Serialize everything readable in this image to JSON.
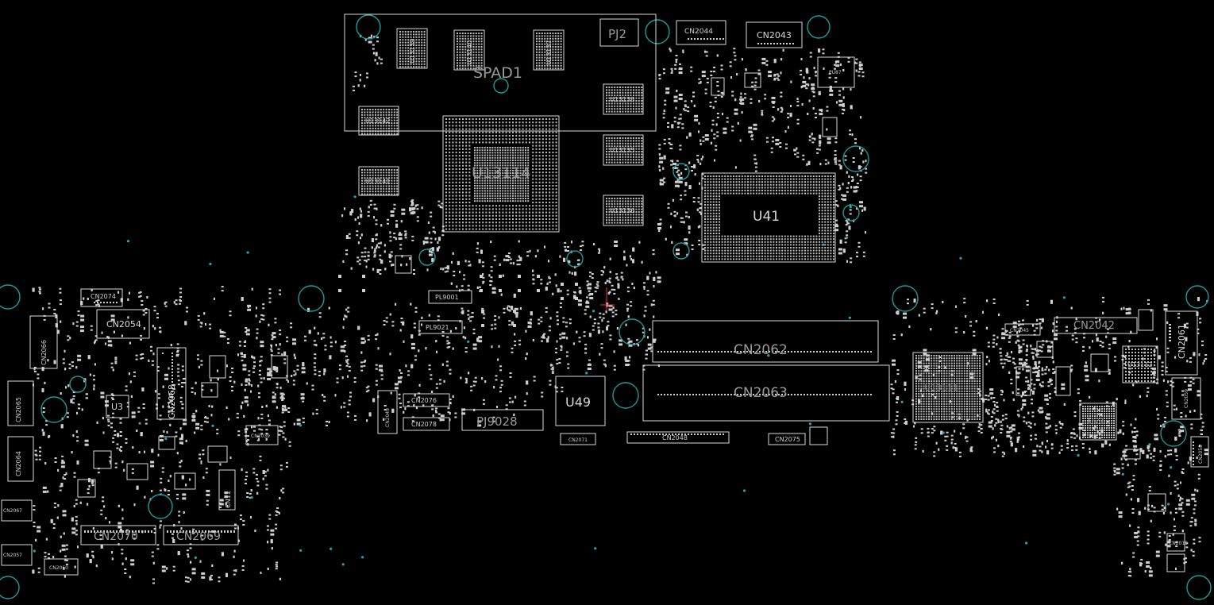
{
  "colors": {
    "background": "#000000",
    "outline": "#d8d8d8",
    "hole": "#1f9a9a",
    "pad": "#cfcfcf",
    "marker": "#ff3030"
  },
  "components": {
    "spad1": "SPAD1",
    "pj2": "PJ2",
    "u13139": "U13139",
    "u13140": "U13140",
    "u13137": "U13137",
    "u13142": "U13142",
    "u13141": "U13141",
    "u13114": "U13114",
    "u13138": "U13138",
    "u13135": "U13135",
    "u13136": "U13136",
    "cn2044": "CN2044",
    "cn2043": "CN2043",
    "pu87": "PU87",
    "u41": "U41",
    "cn2074": "CN2074",
    "cn2054": "CN2054",
    "cn2066": "CN2066",
    "cn2068": "CN2068",
    "cn2065": "CN2065",
    "cn2064": "CN2064",
    "u3": "U3",
    "cn2039": "CN2039",
    "cn11": "CN11",
    "cn2070": "CN2070",
    "cn2069": "CN2069",
    "cn2060": "CN2060",
    "cn2067": "CN2067",
    "cn2057": "CN2057",
    "pl9001": "PL9001",
    "pl9021": "PL9021",
    "cn2049": "CN2049",
    "cn2076": "CN2076",
    "cn2078": "CN2078",
    "pj9028": "PJ9028",
    "u49": "U49",
    "cn2071": "CN2071",
    "cn2062": "CN2062",
    "cn2063": "CN2063",
    "cn2048": "CN2048",
    "cn2075": "CN2075",
    "cn2042": "CN2042",
    "cn2045": "CN2045",
    "cn2061": "CN2061",
    "u13112": "U13112",
    "u13111": "U13111",
    "u21": "U21",
    "cn2059": "CN2059",
    "cn2058": "CN2058",
    "cn2019": "CN2019"
  }
}
